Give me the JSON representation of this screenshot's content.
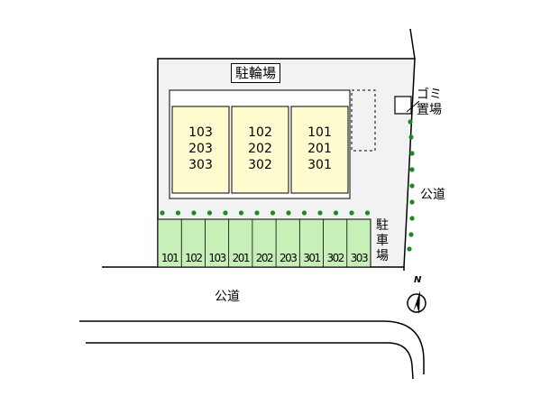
{
  "labels": {
    "bicycle_parking": "駐輪場",
    "garbage_line1": "ゴミ",
    "garbage_line2": "置場",
    "public_road_right": "公道",
    "public_road_bottom": "公道",
    "parking_chars": [
      "駐",
      "車",
      "場"
    ],
    "compass": "N"
  },
  "units": [
    {
      "rooms": [
        "103",
        "203",
        "303"
      ]
    },
    {
      "rooms": [
        "102",
        "202",
        "302"
      ]
    },
    {
      "rooms": [
        "101",
        "201",
        "301"
      ]
    }
  ],
  "parking_slots": [
    "101",
    "102",
    "103",
    "201",
    "202",
    "203",
    "301",
    "302",
    "303"
  ],
  "colors": {
    "lot": "#f2f2f2",
    "building": "#fffdd0",
    "parking": "#c7f0b8",
    "hedge_dot": "#1e8a1e",
    "line": "#000000"
  }
}
